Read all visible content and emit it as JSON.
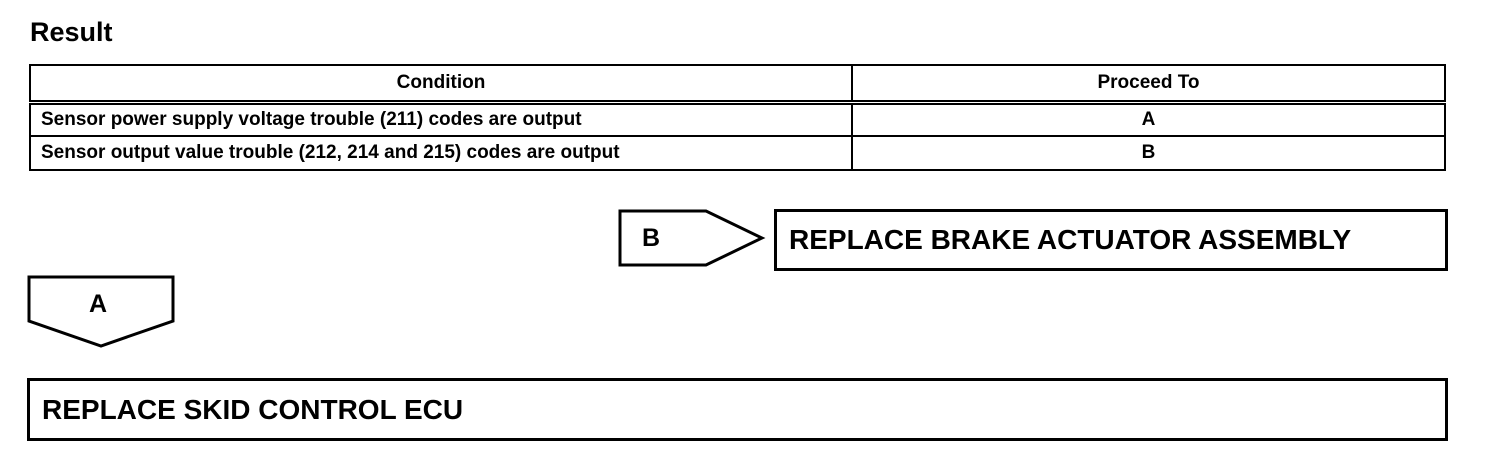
{
  "heading": "Result",
  "table": {
    "headers": [
      "Condition",
      "Proceed To"
    ],
    "rows": [
      {
        "condition": "Sensor power supply voltage trouble (211) codes are output",
        "proceed": "A"
      },
      {
        "condition": "Sensor output value trouble (212, 214 and 215) codes are output",
        "proceed": "B"
      }
    ]
  },
  "flow": {
    "branch_b": {
      "label": "B",
      "action": "REPLACE BRAKE ACTUATOR ASSEMBLY"
    },
    "branch_a": {
      "label": "A",
      "action": "REPLACE SKID CONTROL ECU"
    }
  }
}
